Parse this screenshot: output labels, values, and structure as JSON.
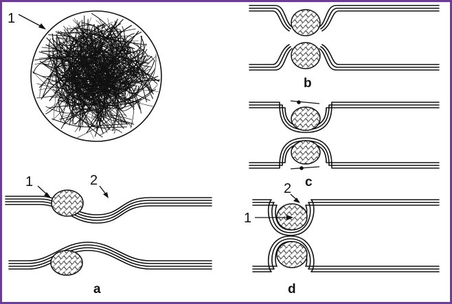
{
  "colors": {
    "frame": "#6a3d96",
    "line": "#111111",
    "fill": "#ffffff"
  },
  "labels": {
    "fiber_mesh_number": "1",
    "a_particle_number": "1",
    "a_membrane_number": "2",
    "d_membrane_number": "2",
    "d_particle_number": "1",
    "panel_a": "a",
    "panel_b": "b",
    "panel_c": "c",
    "panel_d": "d"
  }
}
